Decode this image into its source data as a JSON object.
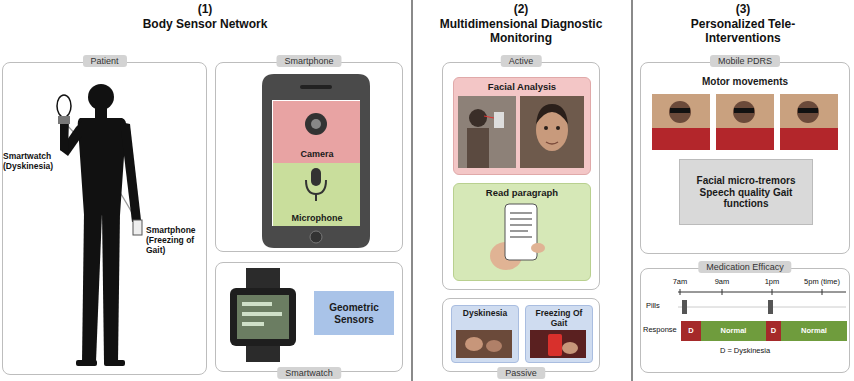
{
  "diagram": {
    "nodes": [
      {
        "text": [
          "Patient"
        ]
      },
      {
        "text": [
          "Smartphone"
        ]
      },
      {
        "text": [
          "Camera"
        ],
        "in": 1
      },
      {
        "text": [
          "Microphone"
        ],
        "in": 1
      },
      {
        "text": [
          "Smartwatch"
        ]
      },
      {
        "text": [
          "Geometric Sensors"
        ],
        "in": 4
      },
      {
        "text": [
          "Active"
        ]
      },
      {
        "text": [
          "Facial Analysis"
        ],
        "in": 6
      },
      {
        "text": [
          "Read paragraph"
        ],
        "in": 6
      },
      {
        "text": [
          "Passive"
        ]
      },
      {
        "text": [
          "Dyskinesia"
        ],
        "in": 9
      },
      {
        "text": [
          "Freezing Of Gait"
        ],
        "in": 9
      },
      {
        "text": [
          "Mobile PDRS",
          "Motor movements"
        ]
      },
      {
        "text": [
          "Facial micro-tremors Speech quality Gait functions"
        ],
        "in": 12
      },
      {
        "text": [
          "Medication Efficacy"
        ]
      },
      {
        "text": [
          "D"
        ],
        "in": 14
      },
      {
        "text": [
          "Normal"
        ],
        "in": 14
      },
      {
        "text": [
          "D"
        ],
        "in": 14
      },
      {
        "text": [
          "Normal"
        ],
        "in": 14
      }
    ],
    "labels": [
      "(1)",
      "Body Sensor Network",
      "(2)",
      "Multidimensional Diagnostic Monitoring",
      "(3)",
      "Personalized Tele-Interventions",
      "Smartwatch (Dyskinesia)",
      "Smartphone (Freezing of Gait)",
      "7am",
      "9am",
      "1pm",
      "5pm (time)",
      "Pills",
      "Response",
      "D = Dyskinesia"
    ]
  }
}
